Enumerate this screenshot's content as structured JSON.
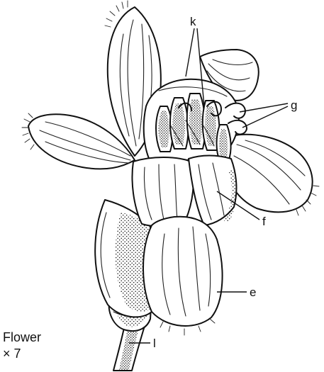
{
  "figure": {
    "caption_title": "Flower",
    "caption_scale": "× 7",
    "labels": {
      "k": "k",
      "g": "g",
      "f": "f",
      "e": "e",
      "l": "l"
    }
  }
}
